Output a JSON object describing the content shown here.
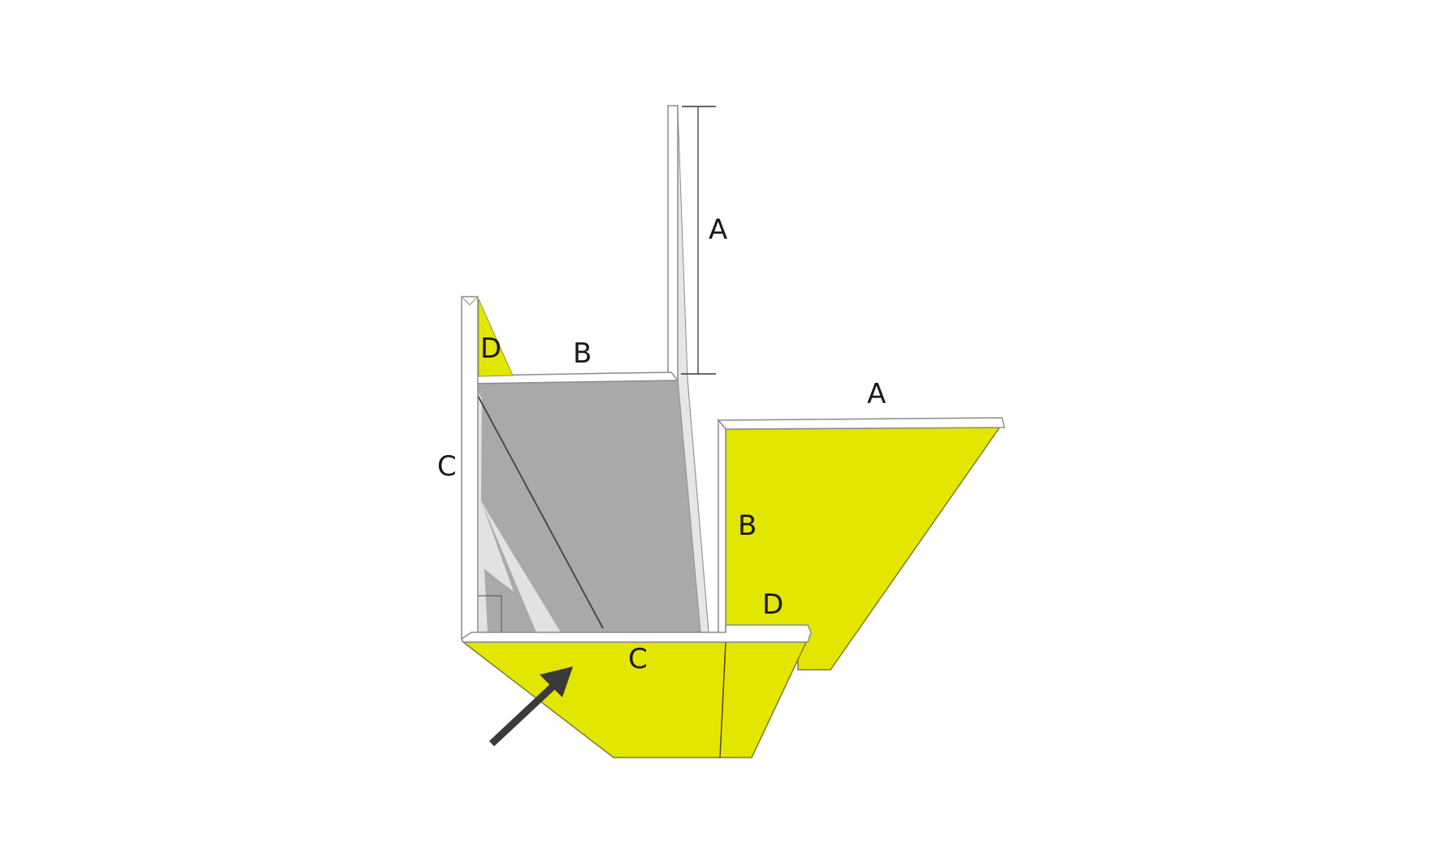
{
  "diagram": {
    "colors": {
      "yellow": "#e3e600",
      "gray_panel": "#a9a9a9",
      "light_gray": "#e2e2e2",
      "frame_edge": "#8c8c8c",
      "arrow": "#3a3a3a",
      "dimension_line": "#555555"
    },
    "labels": {
      "a_dimension": "A",
      "a_right_panel": "A",
      "b_top_shelf": "B",
      "b_right_post": "B",
      "c_left_post": "C",
      "c_bottom_panel": "C",
      "d_top_triangle": "D",
      "d_right_corner": "D"
    },
    "arrow_icon": "arrow-up-right"
  }
}
